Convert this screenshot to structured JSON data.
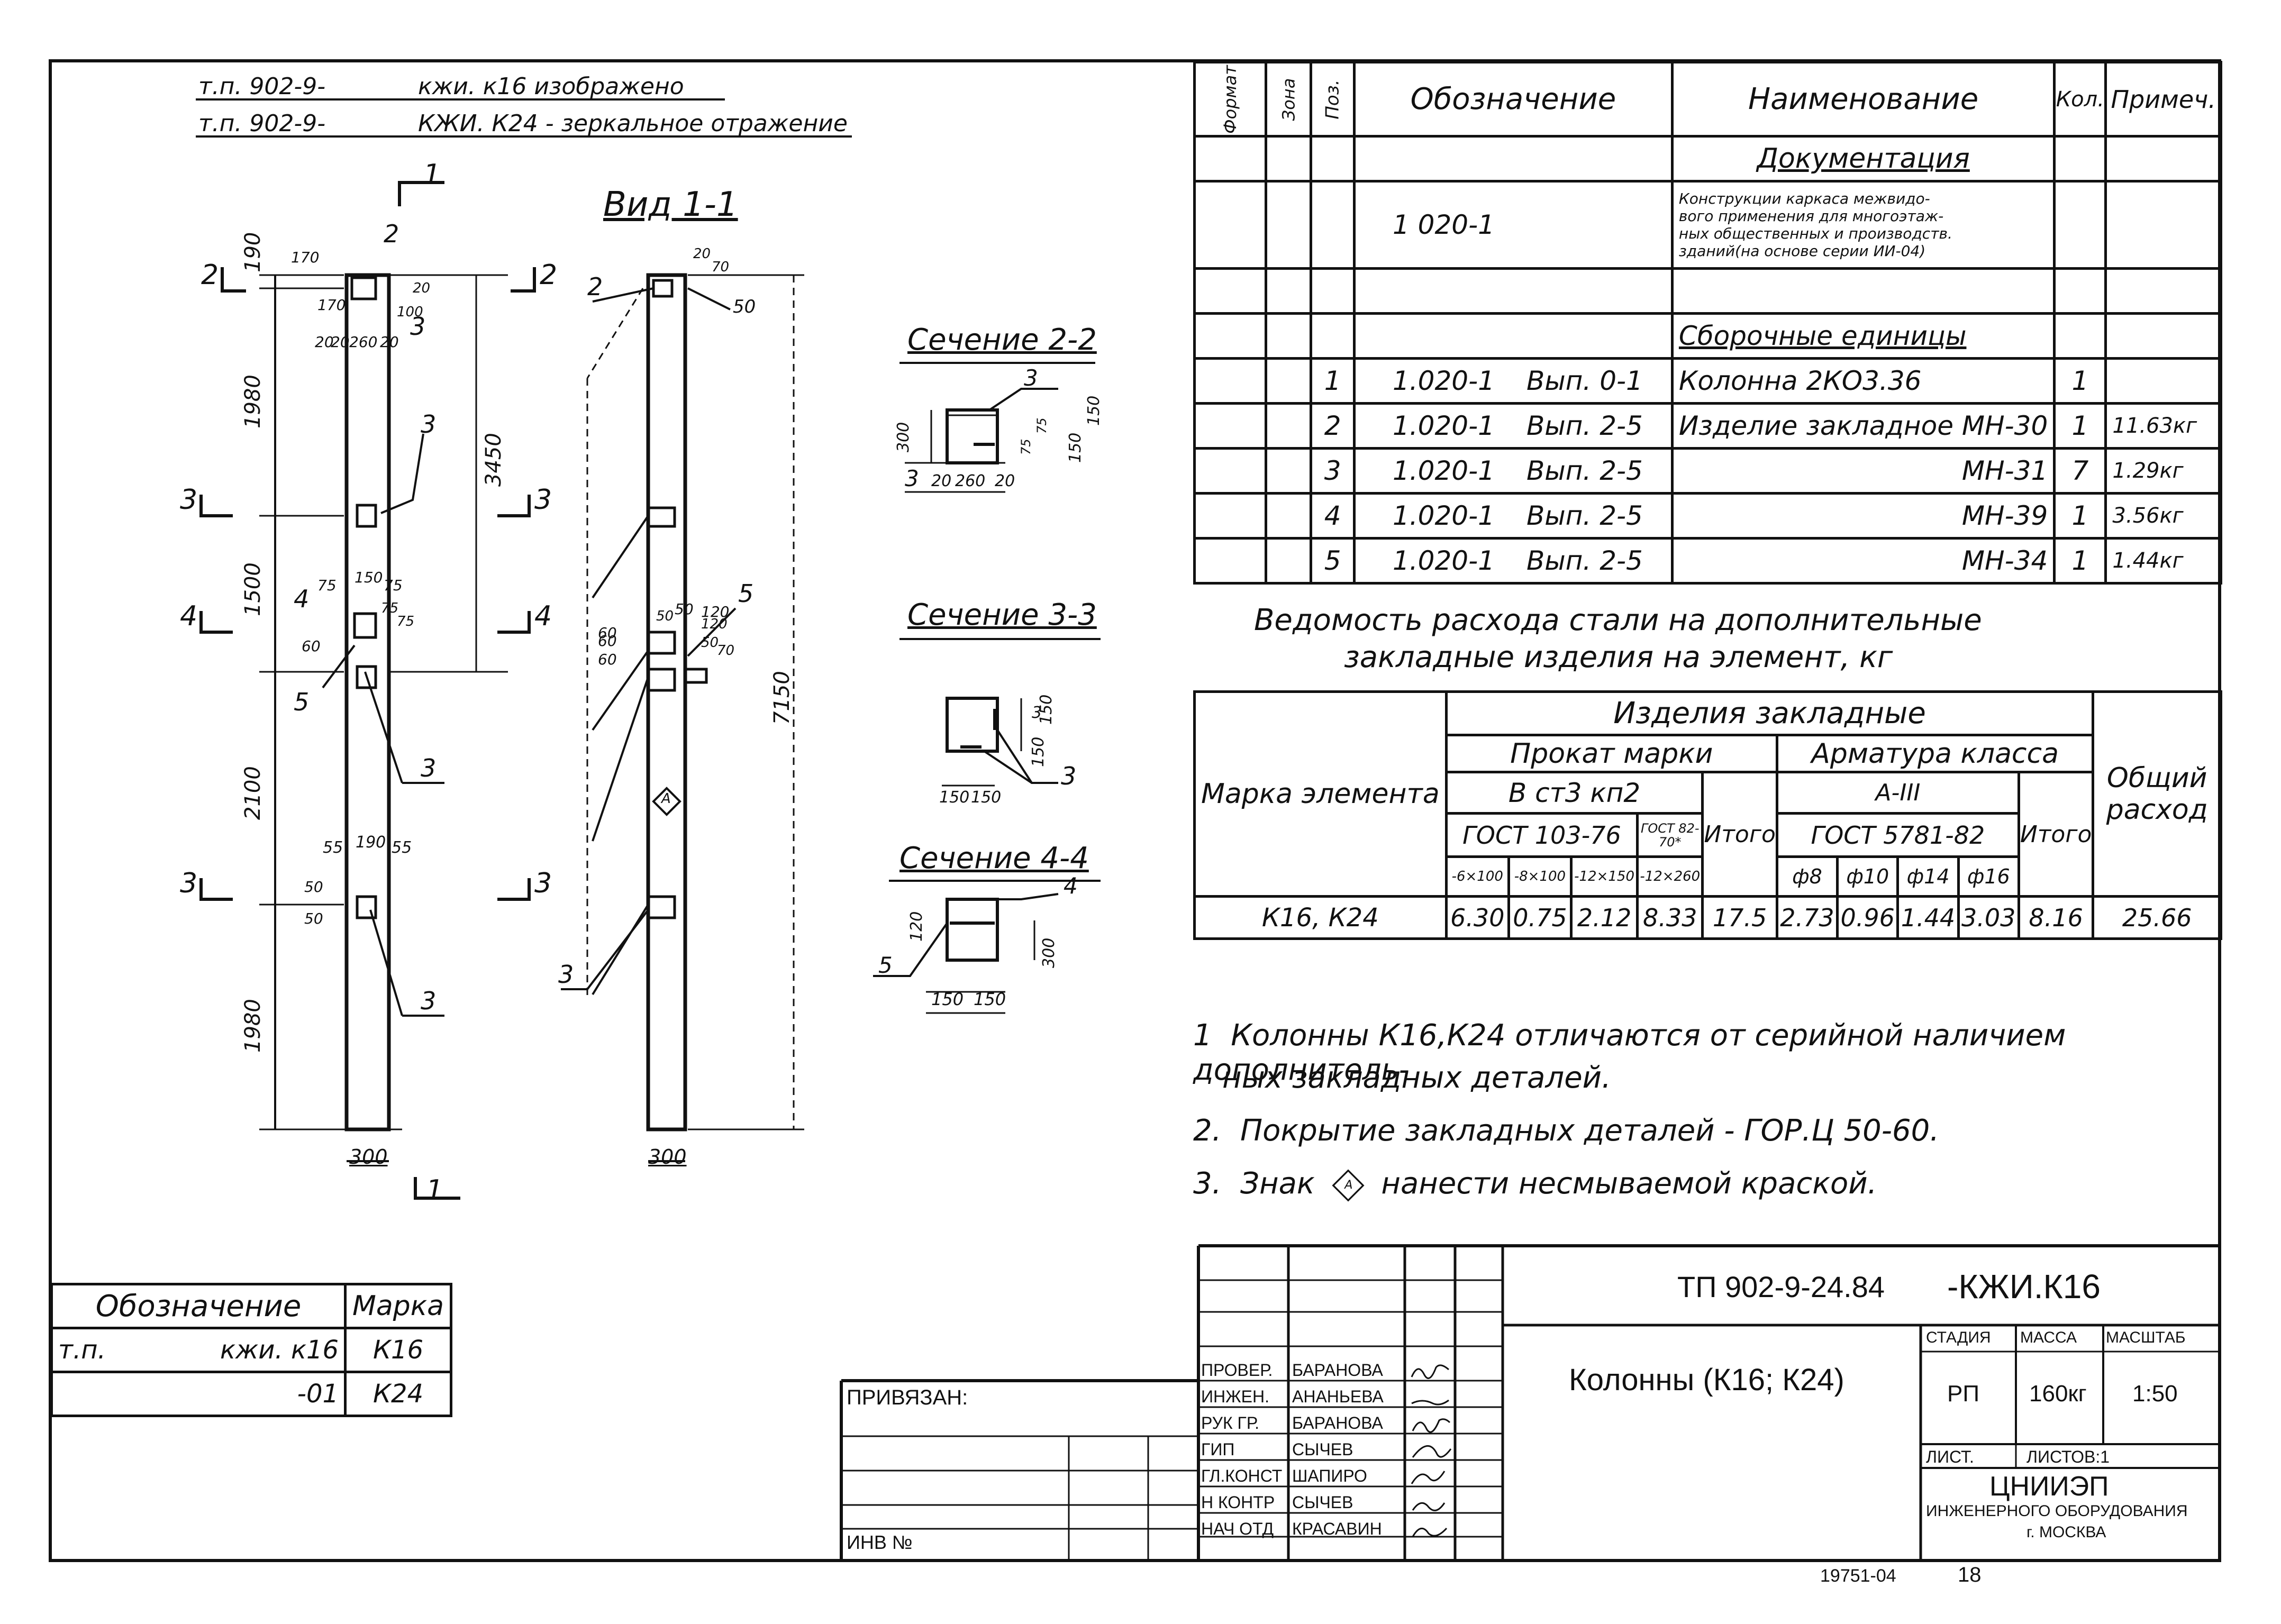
{
  "header": {
    "line1_ref": "т.п. 902-9-",
    "line1_text": "кжи. к16  изображено",
    "line2_ref": "т.п. 902-9-",
    "line2_text": "КЖИ. К24 - зеркальное отражение"
  },
  "views": {
    "view_title": "Вид 1-1",
    "sec22_title": "Сечение 2-2",
    "sec33_title": "Сечение 3-3",
    "sec44_title": "Сечение 4-4",
    "section_marks": [
      "1",
      "1",
      "2",
      "2",
      "3",
      "3",
      "4",
      "4",
      "3",
      "3"
    ],
    "dims_left": [
      "190",
      "1980",
      "1500",
      "2100",
      "1980",
      "3450",
      "7150",
      "300",
      "300"
    ],
    "dims_small": [
      "170",
      "170",
      "20",
      "100",
      "20",
      "20",
      "260",
      "20",
      "75",
      "150",
      "75",
      "75",
      "75",
      "60",
      "60",
      "120",
      "50",
      "55",
      "190",
      "55",
      "50",
      "50",
      "60",
      "60",
      "50",
      "120",
      "50",
      "70",
      "20",
      "70",
      "50"
    ],
    "callouts": [
      "2",
      "3",
      "3",
      "4",
      "5",
      "3",
      "3",
      "2",
      "3",
      "5",
      "3",
      "3",
      "3",
      "3",
      "4",
      "5"
    ],
    "sec22_dims": [
      "300",
      "20",
      "260",
      "20",
      "150",
      "150",
      "75",
      "75"
    ],
    "sec33_dims": [
      "150",
      "150",
      "150",
      "150"
    ],
    "sec44_dims": [
      "120",
      "300",
      "150",
      "150"
    ],
    "diamond_mark": "А"
  },
  "spec_table": {
    "headers": [
      "Формат",
      "Зона",
      "Поз.",
      "Обозначение",
      "Наименование",
      "Кол.",
      "Примеч."
    ],
    "section_docs": "Документация",
    "doc_code": "1 020-1",
    "doc_name_lines": [
      "Конструкции каркаса межвидо-",
      "вого применения для многоэтаж-",
      "ных общественных и производств.",
      "зданий(на основе серии ИИ-04)"
    ],
    "section_units": "Сборочные единицы",
    "rows": [
      {
        "pos": "1",
        "code": "1.020-1",
        "issue": "Вып. 0-1",
        "name": "Колонна   2КО3.36",
        "qty": "1",
        "note": ""
      },
      {
        "pos": "2",
        "code": "1.020-1",
        "issue": "Вып. 2-5",
        "name": "Изделие закладное МН-30",
        "qty": "1",
        "note": "11.63кг"
      },
      {
        "pos": "3",
        "code": "1.020-1",
        "issue": "Вып. 2-5",
        "name": "МН-31",
        "qty": "7",
        "note": "1.29кг"
      },
      {
        "pos": "4",
        "code": "1.020-1",
        "issue": "Вып. 2-5",
        "name": "МН-39",
        "qty": "1",
        "note": "3.56кг"
      },
      {
        "pos": "5",
        "code": "1.020-1",
        "issue": "Вып. 2-5",
        "name": "МН-34",
        "qty": "1",
        "note": "1.44кг"
      }
    ]
  },
  "steel": {
    "title1": "Ведомость расхода стали на дополнительные",
    "title2": "закладные изделия на элемент, кг",
    "h_mark": "Марка элемента",
    "h_items": "Изделия   закладные",
    "h_rolled": "Прокат марки",
    "h_rebar": "Арматура  класса",
    "h_grade": "В ст3 кп2",
    "h_rebar_cls": "А-III",
    "h_gost1": "ГОСТ 103-76",
    "h_gost2": "ГОСТ 82-70*",
    "h_gost3": "ГОСТ 5781-82",
    "h_total": "Итого",
    "h_total2": "Итого",
    "h_overall": "Общий расход",
    "sizes": [
      "-6×100",
      "-8×100",
      "-12×150",
      "-12×260",
      "ф8",
      "ф10",
      "ф14",
      "ф16"
    ],
    "row": {
      "mark": "К16, К24",
      "values": [
        "6.30",
        "0.75",
        "2.12",
        "8.33",
        "17.5",
        "2.73",
        "0.96",
        "1.44",
        "3.03",
        "8.16",
        "25.66"
      ]
    }
  },
  "notes": [
    {
      "num": "1",
      "line1": "Колонны К16,К24 отличаются от серийной наличием дополнитель-",
      "line2": "ных закладных деталей."
    },
    {
      "num": "2.",
      "line1": "Покрытие закладных деталей - ГОР.Ц 50-60.",
      "line2": ""
    },
    {
      "num": "3.",
      "line1": "Знак",
      "sym": "А",
      "line1b": "нанести несмываемой краской.",
      "line2": ""
    }
  ],
  "legend": {
    "h_code": "Обозначение",
    "h_mark": "Марка",
    "rows": [
      {
        "prefix": "т.п.",
        "code": "кжи. к16",
        "mark": "К16"
      },
      {
        "prefix": "",
        "code": "-01",
        "mark": "К24"
      }
    ]
  },
  "title_block": {
    "doc_code": "ТП 902-9-24.84",
    "sheet_code": "-КЖИ.К16",
    "title": "Колонны (К16; К24)",
    "stage_h": "СТАДИЯ",
    "mass_h": "МАССА",
    "scale_h": "МАСШТАБ",
    "stage": "РП",
    "mass": "160кг",
    "scale": "1:50",
    "sheet_h": "ЛИСТ.",
    "sheets_h": "ЛИСТОВ:1",
    "org1": "ЦНИИЭП",
    "org2": "ИНЖЕНЕРНОГО ОБОРУДОВАНИЯ",
    "org3": "г. МОСКВА",
    "bound": "ПРИВЯЗАН:",
    "inv": "ИНВ №",
    "signers": [
      {
        "role": "ПРОВЕР.",
        "name": "БАРАНОВА"
      },
      {
        "role": "ИНЖЕН.",
        "name": "АНАНЬЕВА"
      },
      {
        "role": "РУК ГР.",
        "name": "БАРАНОВА"
      },
      {
        "role": "ГИП",
        "name": "СЫЧЕВ"
      },
      {
        "role": "ГЛ.КОНСТ",
        "name": "ШАПИРО"
      },
      {
        "role": "Н КОНТР",
        "name": "СЫЧЕВ"
      },
      {
        "role": "НАЧ ОТД",
        "name": "КРАСАВИН"
      }
    ],
    "archive": "19751-04",
    "page": "18"
  }
}
